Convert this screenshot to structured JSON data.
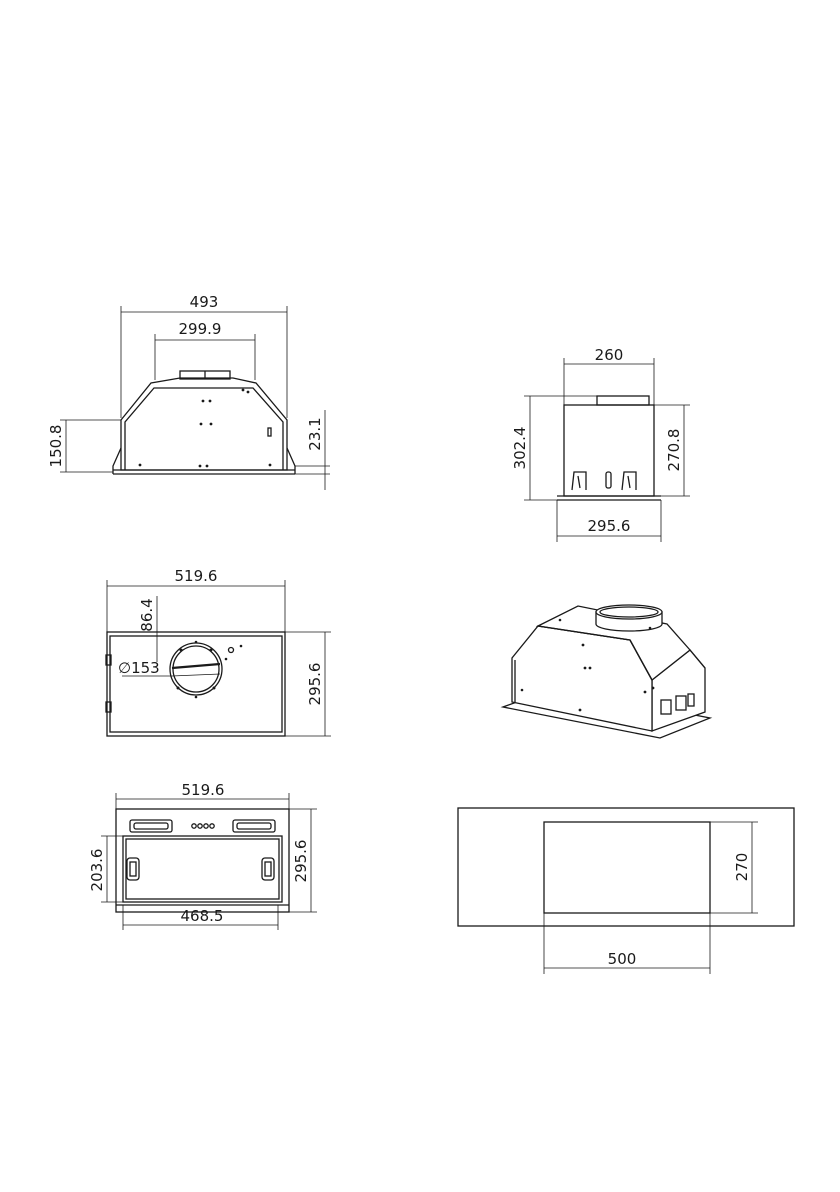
{
  "front_view": {
    "width": "493",
    "duct_width": "299.9",
    "height": "150.8",
    "flange": "23.1"
  },
  "side_view": {
    "top_width": "260",
    "height_total": "302.4",
    "height_body": "270.8",
    "depth": "295.6"
  },
  "top_view": {
    "width": "519.6",
    "offset": "86.4",
    "diameter": "∅153",
    "depth": "295.6"
  },
  "bottom_view": {
    "width": "519.6",
    "depth": "295.6",
    "inner_height": "203.6",
    "inner_width": "468.5"
  },
  "cutout": {
    "width": "500",
    "height": "270"
  },
  "colors": {
    "line": "#1a1a1a",
    "background": "#ffffff"
  }
}
